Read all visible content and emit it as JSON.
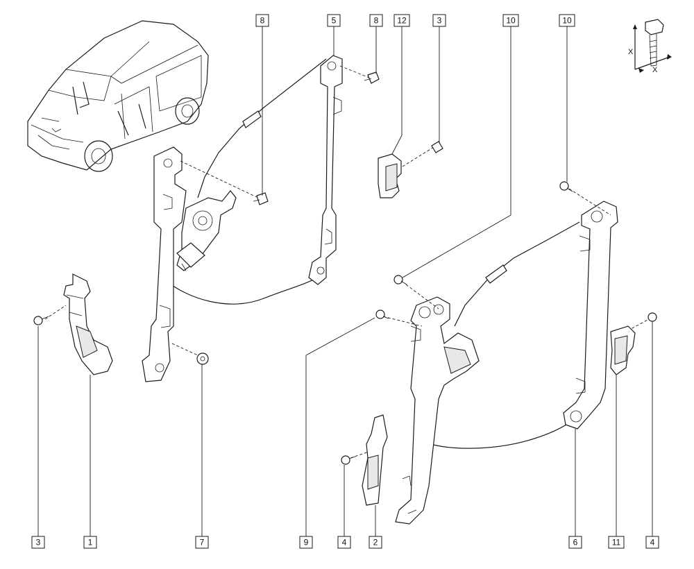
{
  "callouts": {
    "c8a": "8",
    "c5": "5",
    "c8b": "8",
    "c12": "12",
    "c3a": "3",
    "c10a": "10",
    "c10b": "10",
    "c3b": "3",
    "c1": "1",
    "c7": "7",
    "c9": "9",
    "c4a": "4",
    "c2": "2",
    "c6": "6",
    "c11": "11",
    "c4b": "4"
  },
  "torque_legend": {
    "axis_x_left": "X",
    "axis_x_right": "X"
  },
  "colors": {
    "line": "#1a1a1a",
    "background": "#ffffff",
    "shade": "#e8e8e8"
  }
}
